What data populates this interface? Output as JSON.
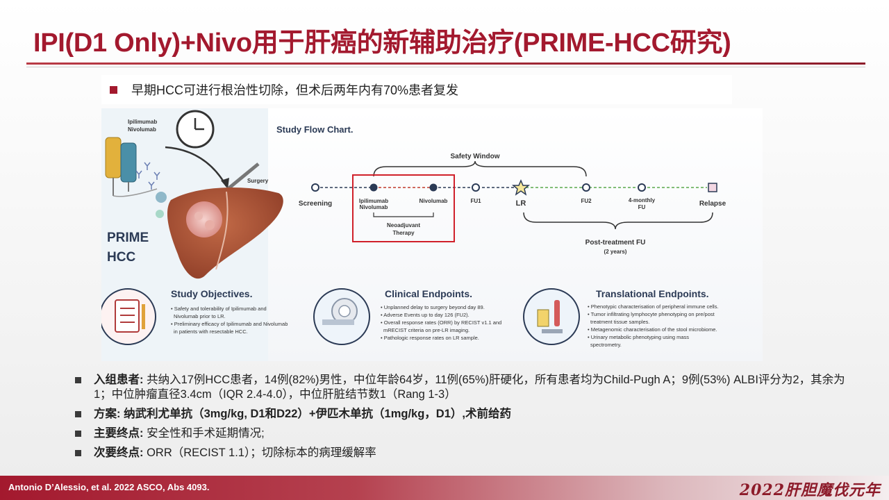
{
  "title": "IPI(D1 Only)+Nivo用于肝癌的新辅助治疗(PRIME-HCC研究)",
  "intro": "早期HCC可进行根治性切除，但术后两年内有70%患者复发",
  "figure": {
    "flow_title": "Study Flow Chart.",
    "drug_labels": [
      "Ipilimumab",
      "Nivolumab"
    ],
    "surgery_label": "Surgery",
    "prime_label": "PRIME",
    "hcc_label": "HCC",
    "safety_window": "Safety Window",
    "timeline": {
      "screening": "Screening",
      "ipi_nivo_1": "Ipilimumab",
      "ipi_nivo_2": "Nivolumab",
      "nivolumab": "Nivolumab",
      "fu1": "FU1",
      "lr": "LR",
      "fu2": "FU2",
      "monthly_1": "4-monthly",
      "monthly_2": "FU",
      "relapse": "Relapse"
    },
    "neoadjuvant_1": "Neoadjuvant",
    "neoadjuvant_2": "Therapy",
    "post_fu": "Post-treatment FU",
    "post_fu_years": "(2 years)",
    "objectives_title": "Study Objectives.",
    "objectives": [
      "• Safety and tolerability of Ipilimumab and",
      "Nivolumab prior to LR.",
      "• Preliminary efficacy of Ipilimumab and Nivolumab",
      "in patients with resectable HCC."
    ],
    "clinical_title": "Clinical Endpoints.",
    "clinical": [
      "• Unplanned delay to surgery beyond day 89.",
      "• Adverse Events up to day 126 (FU2).",
      "• Overall response rates (ORR) by RECIST v1.1 and",
      "mRECIST criteria on pre-LR imaging.",
      "• Pathologic response rates on LR sample."
    ],
    "translational_title": "Translational Endpoints.",
    "translational": [
      "• Phenotypic characterisation of peripheral immune cells.",
      "• Tumor infiltrating lymphocyte phenotyping on pre/post",
      "treatment tissue samples.",
      "• Metagenomic characterisation of the stool microbiome.",
      "• Urinary metabolic phenotyping using mass",
      "spectrometry."
    ]
  },
  "bullets": [
    {
      "label": "入组患者:",
      "text": " 共纳入17例HCC患者，14例(82%)男性，中位年龄64岁，11例(65%)肝硬化，所有患者均为Child-Pugh A；9例(53%) ALBI评分为2，其余为1；中位肿瘤直径3.4cm（IQR 2.4-4.0），中位肝脏结节数1（Rang 1-3）"
    },
    {
      "label": "方案:",
      "text": " 纳武利尤单抗（3mg/kg, D1和D22）+伊匹木单抗（1mg/kg，D1）,术前给药"
    },
    {
      "label": "主要终点:",
      "text": " 安全性和手术延期情况;"
    },
    {
      "label": "次要终点:",
      "text": " ORR（RECIST 1.1）；切除标本的病理缓解率"
    }
  ],
  "footer": {
    "citation": "Antonio D’Alessio, et al. 2022 ASCO, Abs 4093.",
    "brand": "2022肝胆魔伐元年"
  }
}
